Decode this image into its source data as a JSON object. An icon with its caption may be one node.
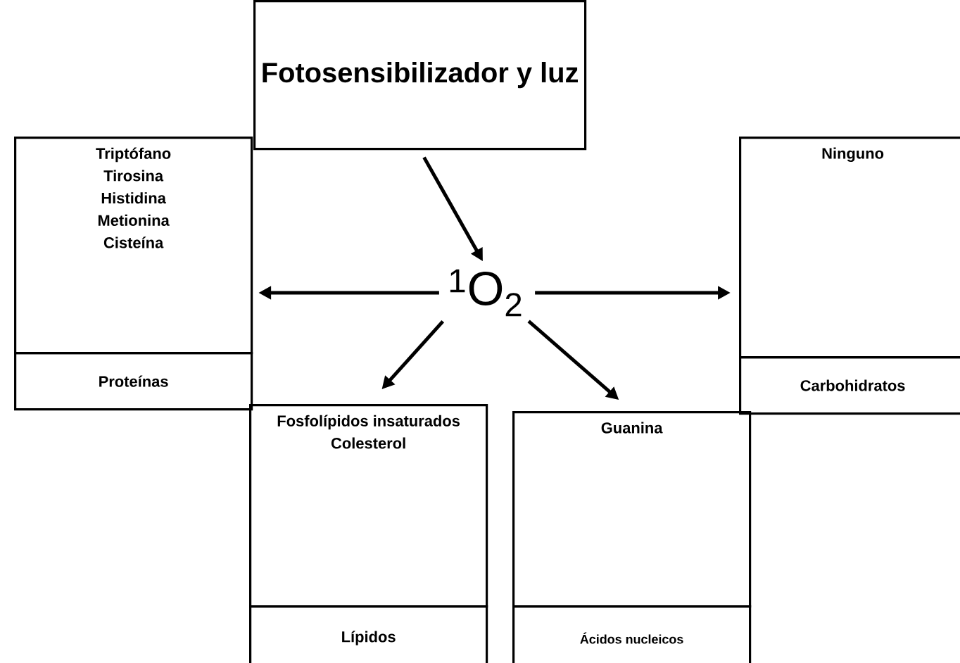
{
  "diagram": {
    "nodes": [
      {
        "text": [
          "Fotosensibilizador y luz"
        ]
      },
      {
        "text": [
          "$^{1}$O$_{2}$"
        ]
      },
      {
        "text": [
          "Triptófano",
          "Tirosina",
          "Histidina",
          "Metionina",
          "Cisteína"
        ]
      },
      {
        "text": [
          "Proteínas"
        ]
      },
      {
        "text": [
          "Ninguno"
        ]
      },
      {
        "text": [
          "Carbohidratos"
        ]
      },
      {
        "text": [
          "Fosfolípidos insaturados",
          "Colesterol"
        ]
      },
      {
        "text": [
          "Lípidos"
        ]
      },
      {
        "text": [
          "Guanina"
        ]
      },
      {
        "text": [
          "Ácidos nucleicos"
        ]
      }
    ],
    "edges": [
      {
        "from": 0,
        "to": 1,
        "arrow": "to"
      },
      {
        "from": 1,
        "to": 2,
        "arrow": "to"
      },
      {
        "from": 1,
        "to": 4,
        "arrow": "to"
      },
      {
        "from": 1,
        "to": 6,
        "arrow": "to"
      },
      {
        "from": 1,
        "to": 8,
        "arrow": "to"
      }
    ]
  }
}
